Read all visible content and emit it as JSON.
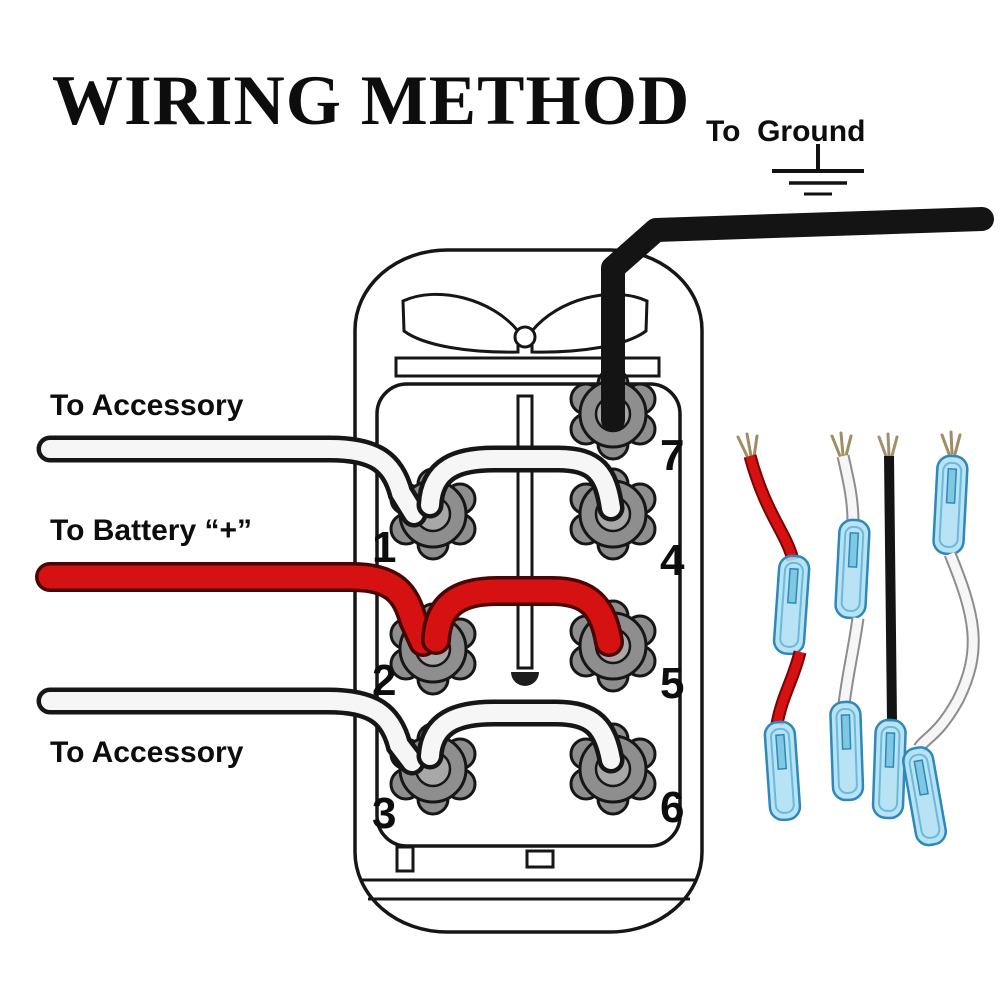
{
  "title": "WIRING METHOD",
  "labels": {
    "ground": "To  Ground",
    "accessory_top": "To Accessory",
    "battery_plus": "To Battery “+”",
    "accessory_bottom": "To Accessory"
  },
  "terminal_numbers": {
    "n1": "1",
    "n2": "2",
    "n3": "3",
    "n4": "4",
    "n5": "5",
    "n6": "6",
    "n7": "7"
  },
  "colors": {
    "background": "#ffffff",
    "line": "#161616",
    "wire_red": "#d51111",
    "wire_black": "#141414",
    "wire_white": "#f6f6f6",
    "terminal_gray": "#8e8e8e",
    "connector_blue": "#aedff2"
  }
}
